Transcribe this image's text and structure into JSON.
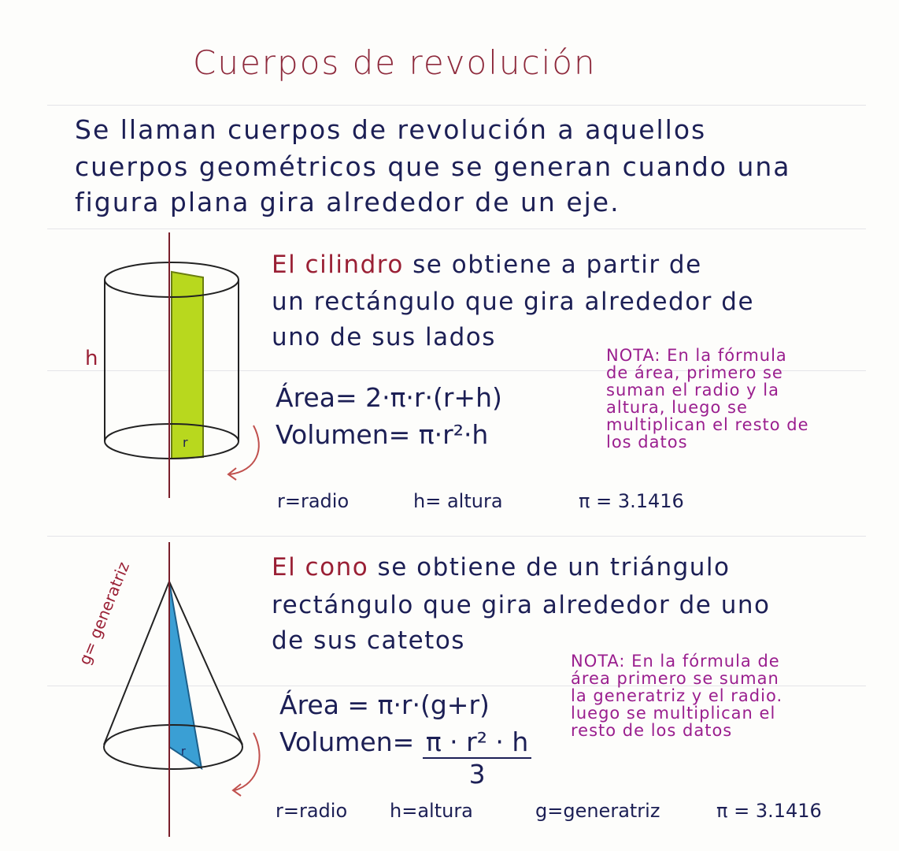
{
  "title": "Cuerpos de revolución",
  "intro": [
    "Se llaman cuerpos de revolución a aquellos",
    "cuerpos geométricos que se generan cuando una",
    "figura plana gira alrededor de un eje."
  ],
  "cylinder": {
    "name": "El cilindro",
    "description": [
      " se obtiene a partir de",
      "un rectángulo que gira alrededor de",
      "uno de sus lados"
    ],
    "area": "Área= 2·π·r·(r+h)",
    "volume": "Volumen= π·r²·h",
    "note": [
      "NOTA: En la fórmula",
      "de área, primero se",
      "suman el radio y la",
      "altura, luego se",
      "multiplican el resto de",
      "los datos"
    ],
    "legend": [
      "r=radio",
      "h= altura",
      "π = 3.1416"
    ],
    "label_h": "h",
    "label_r": "r",
    "fill_color": "#b8d81e"
  },
  "cone": {
    "name": "El cono",
    "description": [
      " se obtiene de un triángulo",
      "rectángulo que gira alrededor de uno",
      "de sus catetos"
    ],
    "area": "Área = π·r·(g+r)",
    "volume_label": "Volumen=",
    "volume_numerator": "π · r² · h",
    "volume_denominator": "3",
    "note": [
      "NOTA: En la fórmula de",
      "área primero se suman",
      "la generatriz y el radio.",
      "luego se multiplican el",
      "resto de los datos"
    ],
    "legend": [
      "r=radio",
      "h=altura",
      "g=generatriz",
      "π = 3.1416"
    ],
    "label_g": "g= generatriz",
    "label_r": "r",
    "fill_color": "#3a9fd4"
  }
}
